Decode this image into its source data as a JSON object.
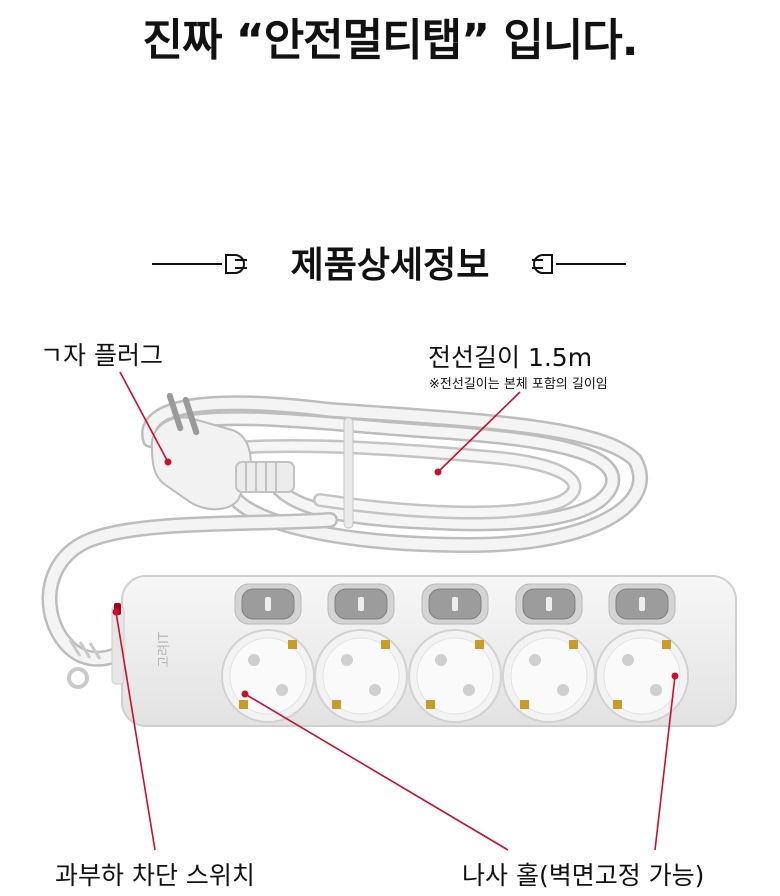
{
  "headline": "진짜 “안전멀티탭” 입니다.",
  "section": {
    "title": "제품상세정보"
  },
  "callouts": {
    "plug": "ㄱ자 플러그",
    "cable_length": "전선길이 1.5m",
    "cable_note": "※전선길이는 본체 포함의 길이임",
    "overload_switch": "과부하 차단 스위치",
    "screw_hole": "나사 홀(벽면고정 가능)"
  },
  "product": {
    "brand_mark": "고려IT"
  },
  "colors": {
    "callout_line": "#c8102e",
    "text": "#111111",
    "body": "#f1f1f1",
    "switch": "#9c9c9c",
    "contact": "#c89b2a"
  }
}
